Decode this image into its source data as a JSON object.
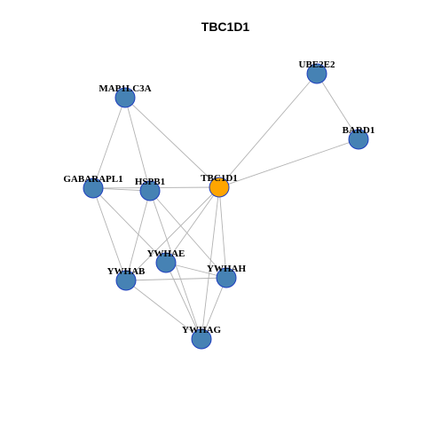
{
  "title": "TBC1D1",
  "colors": {
    "node": "#4682b4",
    "focus": "#ffa500",
    "border": "#1f3fbf",
    "edge": "#b3b3b3"
  },
  "nodes": [
    {
      "id": "TBC1D1",
      "label": "TBC1D1",
      "focus": true
    },
    {
      "id": "UBE2E2",
      "label": "UBE2E2",
      "focus": false
    },
    {
      "id": "BARD1",
      "label": "BARD1",
      "focus": false
    },
    {
      "id": "MAP1LC3A",
      "label": "MAP1LC3A",
      "focus": false
    },
    {
      "id": "GABARAPL1",
      "label": "GABARAPL1",
      "focus": false
    },
    {
      "id": "HSPB1",
      "label": "HSPB1",
      "focus": false
    },
    {
      "id": "YWHAE",
      "label": "YWHAE",
      "focus": false
    },
    {
      "id": "YWHAH",
      "label": "YWHAH",
      "focus": false
    },
    {
      "id": "YWHAB",
      "label": "YWHAB",
      "focus": false
    },
    {
      "id": "YWHAG",
      "label": "YWHAG",
      "focus": false
    }
  ],
  "edges": [
    [
      "UBE2E2",
      "BARD1"
    ],
    [
      "UBE2E2",
      "TBC1D1"
    ],
    [
      "BARD1",
      "TBC1D1"
    ],
    [
      "MAP1LC3A",
      "TBC1D1"
    ],
    [
      "MAP1LC3A",
      "GABARAPL1"
    ],
    [
      "MAP1LC3A",
      "HSPB1"
    ],
    [
      "GABARAPL1",
      "TBC1D1"
    ],
    [
      "GABARAPL1",
      "HSPB1"
    ],
    [
      "GABARAPL1",
      "YWHAB"
    ],
    [
      "GABARAPL1",
      "YWHAE"
    ],
    [
      "HSPB1",
      "YWHAB"
    ],
    [
      "HSPB1",
      "YWHAH"
    ],
    [
      "HSPB1",
      "YWHAG"
    ],
    [
      "TBC1D1",
      "YWHAE"
    ],
    [
      "TBC1D1",
      "YWHAB"
    ],
    [
      "TBC1D1",
      "YWHAH"
    ],
    [
      "TBC1D1",
      "YWHAG"
    ],
    [
      "YWHAE",
      "YWHAH"
    ],
    [
      "YWHAE",
      "YWHAG"
    ],
    [
      "YWHAB",
      "YWHAH"
    ],
    [
      "YWHAB",
      "YWHAG"
    ],
    [
      "YWHAH",
      "YWHAG"
    ]
  ]
}
